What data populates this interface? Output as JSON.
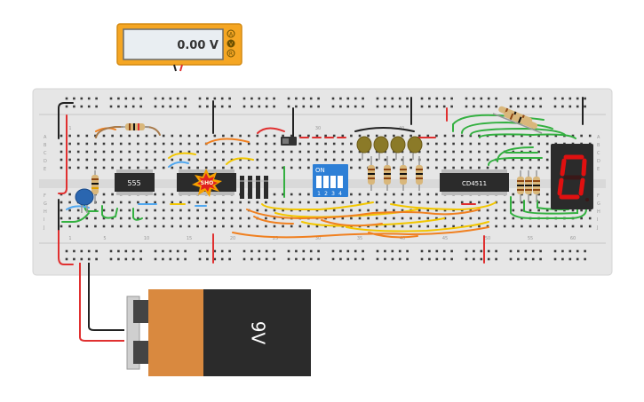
{
  "multimeter": {
    "reading": "0.00 V",
    "modes": [
      "A",
      "V",
      "R"
    ]
  },
  "breadboard": {
    "row_letters_top": [
      "A",
      "B",
      "C",
      "D",
      "E"
    ],
    "row_letters_bottom": [
      "F",
      "G",
      "H",
      "I",
      "J"
    ],
    "col_numbers_top": [
      "1",
      "30",
      "40"
    ],
    "col_numbers_bottom": [
      "1",
      "5",
      "10",
      "15",
      "20",
      "25",
      "30",
      "35",
      "40",
      "45",
      "50",
      "55",
      "60"
    ]
  },
  "components": {
    "timer_ic_label": "555",
    "decoder_ic_label": "CD4511",
    "explosion_label": "SHO",
    "dip_switch_on_label": "ON",
    "dip_switch_numbers": [
      "1",
      "2",
      "3",
      "4"
    ],
    "seven_segment_digit": "0"
  },
  "battery": {
    "label": "9V"
  },
  "colors": {
    "board": "#e6e6e6",
    "wire_red": "#e03030",
    "wire_black": "#222222",
    "wire_green": "#33b040",
    "wire_yellow": "#f2c600",
    "wire_orange": "#f08020",
    "wire_blue": "#50a8f0",
    "multimeter_body": "#f5a623",
    "battery_orange": "#d9893f",
    "seven_segment_on": "#e01010"
  }
}
